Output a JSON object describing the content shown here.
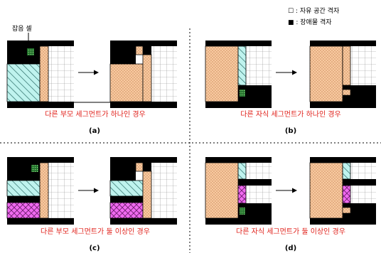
{
  "legend": {
    "free": "☐ : 자유 공간 격자",
    "obstacle": "■ : 장애물 격자"
  },
  "noise_cell_label": "잡음 셀",
  "panels": [
    {
      "id": "a",
      "label": "(a)",
      "caption": "다른 부모 세그먼트가 하나인 경우"
    },
    {
      "id": "b",
      "label": "(b)",
      "caption": "다른 자식 세그먼트가 하나인 경우"
    },
    {
      "id": "c",
      "label": "(c)",
      "caption": "다른 부모 세그먼트가 둘 이상인 경우"
    },
    {
      "id": "d",
      "label": "(d)",
      "caption": "다른 자식 세그먼트가 둘 이상인 경우"
    }
  ],
  "colors": {
    "peach": "#f8caa0",
    "cyan": "#bff3ee",
    "magenta": "#f06af0",
    "caption": "#e0201a"
  }
}
